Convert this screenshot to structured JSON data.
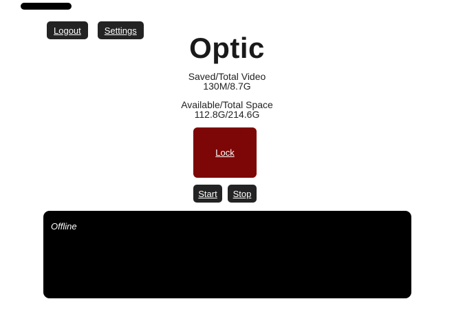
{
  "header": {
    "title": "Optic"
  },
  "nav": {
    "logout_label": "Logout",
    "settings_label": "Settings",
    "button_bg": "#232323"
  },
  "stats": {
    "video": {
      "label": "Saved/Total Video",
      "value": "130M/8.7G"
    },
    "space": {
      "label": "Available/Total Space",
      "value": "112.8G/214.6G"
    }
  },
  "controls": {
    "lock_label": "Lock",
    "lock_bg": "#7d0606",
    "start_label": "Start",
    "stop_label": "Stop"
  },
  "player": {
    "status": "Offline",
    "bg": "#000000"
  },
  "decor": {
    "top_bar_color": "#000000"
  }
}
